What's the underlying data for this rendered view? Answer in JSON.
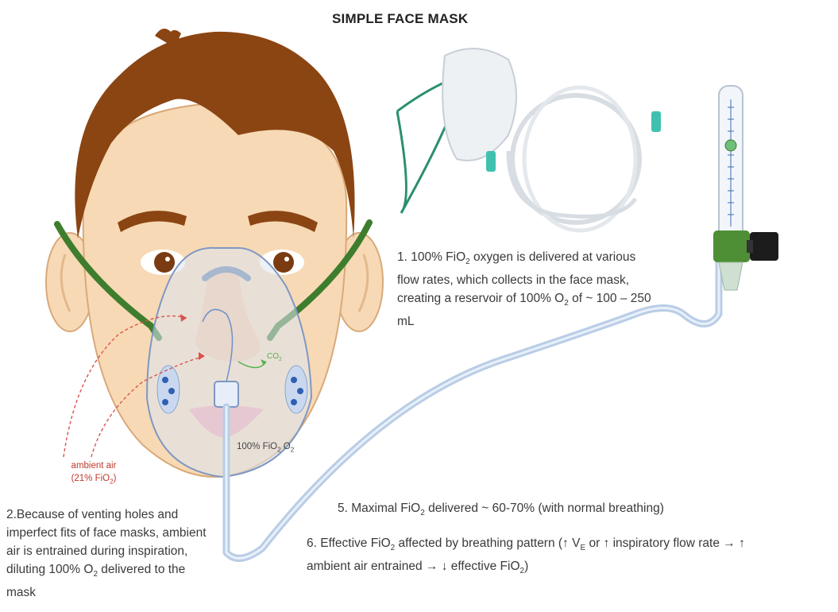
{
  "title": "SIMPLE FACE MASK",
  "notes": {
    "n1": {
      "l1": "1. 100% FiO",
      "l1_sub": "2",
      "l1_end": " oxygen is delivered at various",
      "l2": "flow rates, which collects in the face mask,",
      "l3": "creating a reservoir of 100% O",
      "l3_sub": "2",
      "l3_end": " of ~ 100 – 250",
      "l4": "mL"
    },
    "n2": {
      "l1": "2.Because of venting holes and",
      "l2": "imperfect fits of face masks, ambient",
      "l3": "air is entrained during inspiration,",
      "l4": "diluting 100% O",
      "l4_sub": "2",
      "l4_end": " delivered to the",
      "l5": "mask"
    },
    "n5": {
      "pre": "5. Maximal FiO",
      "sub": "2",
      "post": " delivered ~ 60-70% (with normal breathing)"
    },
    "n6": {
      "pre": "6. Effective FiO",
      "sub": "2",
      "mid": " affected by breathing pattern (↑ V",
      "sub2": "E",
      "post": " or ↑ inspiratory flow rate → ↑",
      "l2pre": "ambient air entrained → ↓ effective FiO",
      "l2sub": "2",
      "l2post": ")"
    }
  },
  "labels": {
    "mask_o2": "100% FiO",
    "mask_o2_sub": "2",
    "mask_o2_end": " O",
    "mask_o2_sub2": "2",
    "ambient_1": "ambient air",
    "ambient_2": "(21% FiO",
    "ambient_2_sub": "2",
    "ambient_2_end": ")",
    "co2": "CO",
    "co2_sub": "2"
  },
  "colors": {
    "hair": "#8b4513",
    "skin": "#f7d9b5",
    "strap": "#3f7d2e",
    "tube": "#b9cde6",
    "ambient_arrow": "#d9534f",
    "flowmeter_green": "#4e8f35"
  }
}
